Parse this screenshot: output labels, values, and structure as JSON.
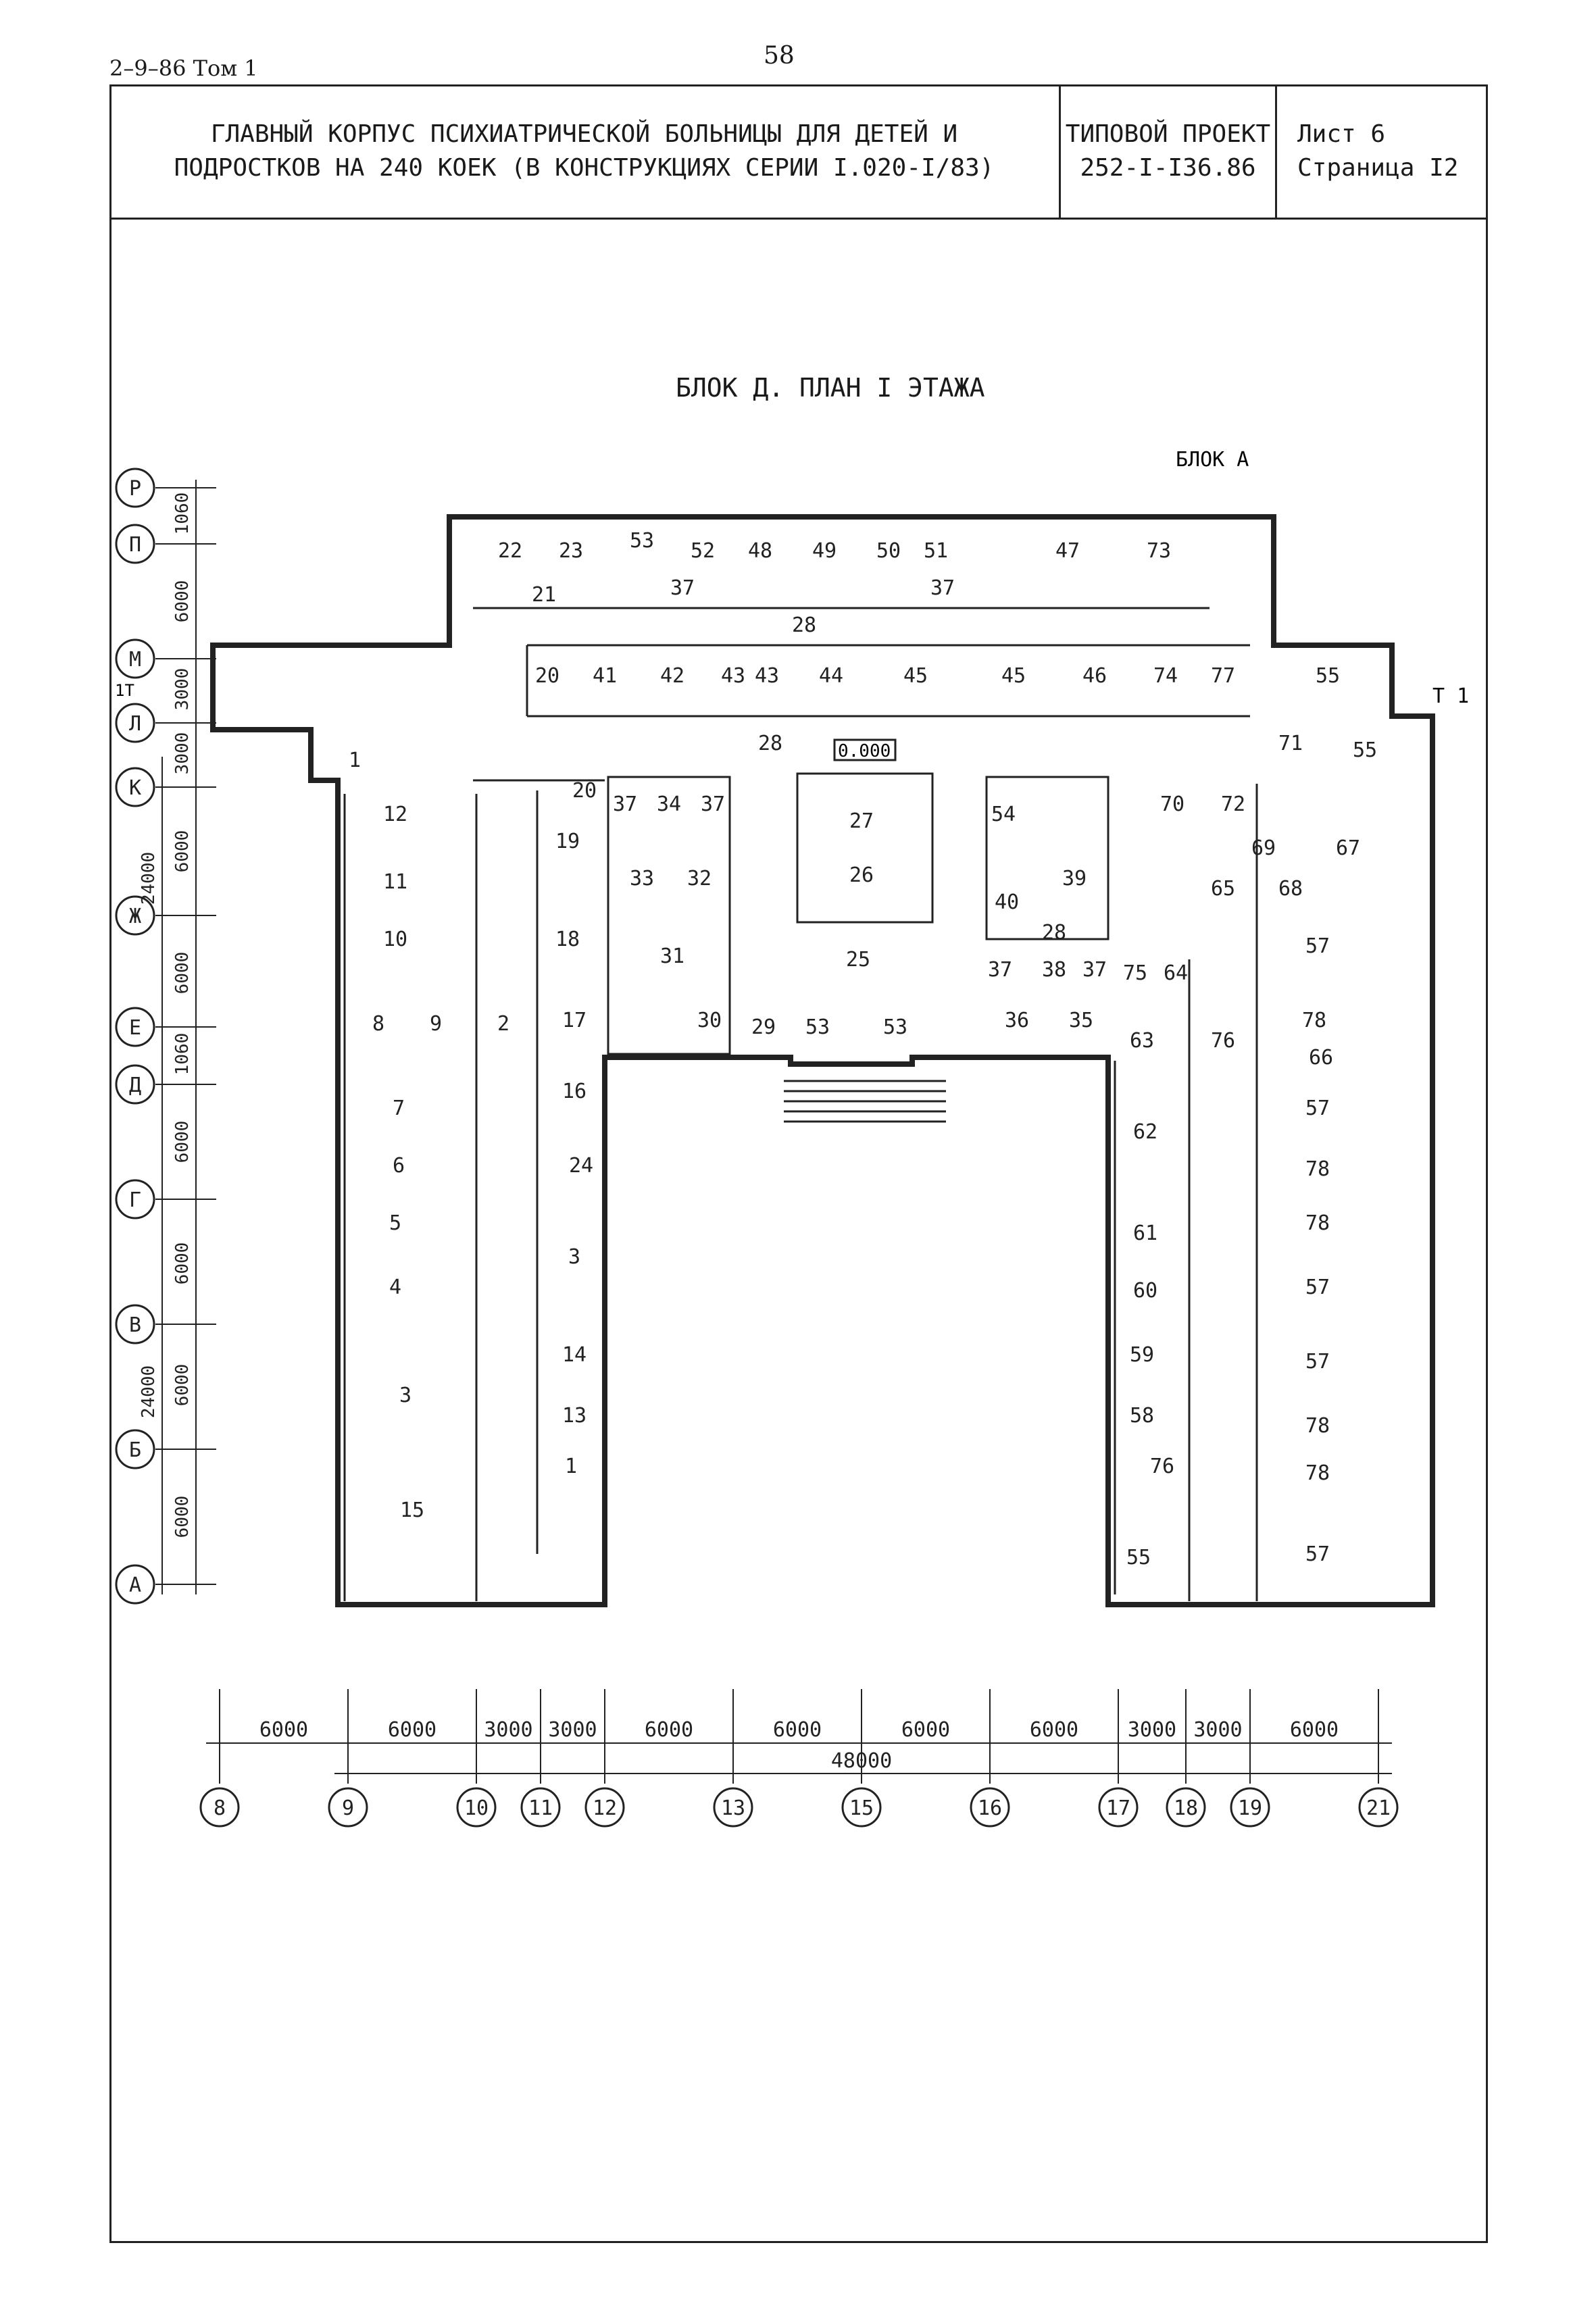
{
  "header": {
    "doc_ref": "2–9–86 Том 1",
    "page_number": "58"
  },
  "title_block": {
    "title_line1": "ГЛАВНЫЙ КОРПУС ПСИХИАТРИЧЕСКОЙ БОЛЬНИЦЫ ДЛЯ ДЕТЕЙ И",
    "title_line2": "ПОДРОСТКОВ НА 240 КОЕК (В КОНСТРУКЦИЯХ СЕРИИ I.020-I/83)",
    "project_label": "ТИПОВОЙ ПРОЕКТ",
    "project_number": "252-I-I36.86",
    "sheet": "Лист 6",
    "page": "Страница I2"
  },
  "drawing": {
    "caption": "БЛОК Д. ПЛАН I ЭТАЖА",
    "block_a_label": "БЛОК А",
    "level_mark": "0.000",
    "t1_label": "Т 1",
    "row_axes": [
      "Р",
      "П",
      "М",
      "Л",
      "К",
      "Ж",
      "Е",
      "Д",
      "Г",
      "В",
      "Б",
      "А"
    ],
    "column_axes": [
      "8",
      "9",
      "10",
      "11",
      "12",
      "13",
      "15",
      "16",
      "17",
      "18",
      "19",
      "21"
    ],
    "row_dims": [
      "1060",
      "6000",
      "3000",
      "3000",
      "6000",
      "6000",
      "1060",
      "6000",
      "6000",
      "6000",
      "6000"
    ],
    "row_group_dims": [
      "24000",
      "24000"
    ],
    "small_dim_left": "1Т",
    "column_dims": [
      "6000",
      "6000",
      "3000",
      "3000",
      "6000",
      "6000",
      "6000",
      "6000",
      "3000",
      "3000",
      "6000"
    ],
    "total_dim": "48000",
    "rooms": [
      "22",
      "23",
      "21",
      "53",
      "52",
      "48",
      "49",
      "50",
      "51",
      "47",
      "73",
      "37",
      "37",
      "28",
      "20",
      "41",
      "42",
      "43",
      "43",
      "44",
      "45",
      "45",
      "46",
      "74",
      "77",
      "55",
      "71",
      "55",
      "1",
      "28",
      "20",
      "37",
      "34",
      "37",
      "27",
      "54",
      "70",
      "72",
      "12",
      "19",
      "33",
      "32",
      "26",
      "40",
      "39",
      "69",
      "67",
      "65",
      "68",
      "11",
      "28",
      "57",
      "10",
      "18",
      "31",
      "25",
      "37",
      "38",
      "37",
      "75",
      "64",
      "8",
      "9",
      "2",
      "17",
      "30",
      "29",
      "53",
      "53",
      "36",
      "35",
      "63",
      "76",
      "78",
      "66",
      "7",
      "16",
      "24",
      "62",
      "57",
      "6",
      "78",
      "5",
      "3",
      "61",
      "78",
      "4",
      "60",
      "57",
      "14",
      "59",
      "57",
      "3",
      "13",
      "58",
      "78",
      "76",
      "78",
      "15",
      "1",
      "55",
      "57"
    ]
  }
}
